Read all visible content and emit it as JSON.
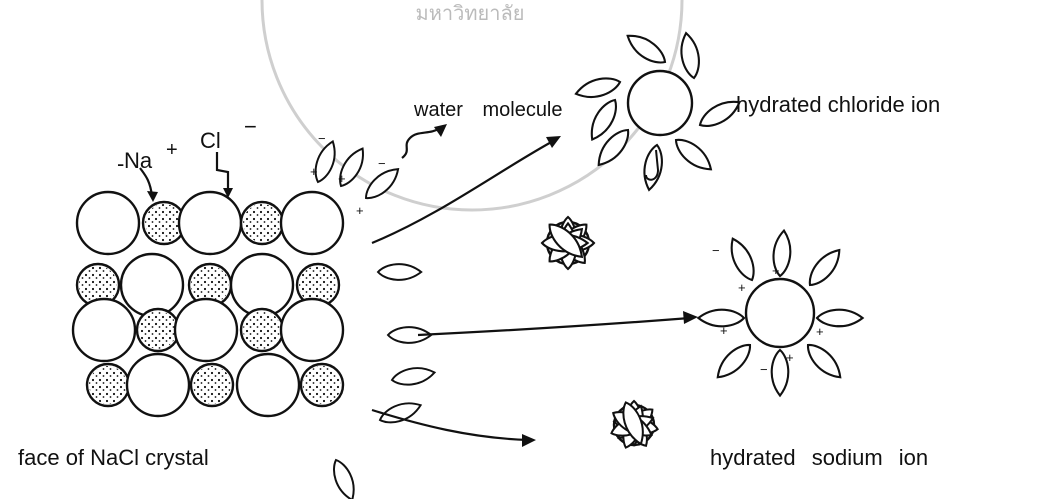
{
  "labels": {
    "cl_ion": "Cl",
    "cl_charge": "−",
    "na_ion": "Na",
    "na_charge": "+",
    "water_molecule": "water molecule",
    "hydrated_chloride": "hydrated chloride ion",
    "hydrated_sodium": "hydrated sodium ion",
    "crystal_face": "face of NaCl crystal"
  },
  "watermark": "มหาวิทยาลัย",
  "colors": {
    "ink": "#111111",
    "watermark": "#cfcfcf"
  }
}
